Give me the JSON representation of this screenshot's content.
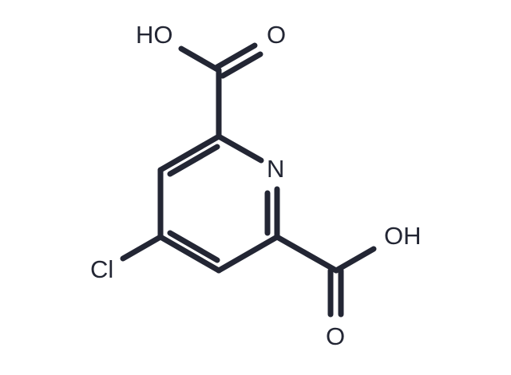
{
  "molecule": {
    "atoms": {
      "top_hydroxyl": "HO",
      "top_carbonyl_oxygen": "O",
      "ring_nitrogen": "N",
      "right_hydroxyl": "OH",
      "chlorine": "Cl",
      "bottom_carbonyl_oxygen": "O"
    }
  },
  "colors": {
    "bond": "#232634",
    "background": "#ffffff"
  }
}
